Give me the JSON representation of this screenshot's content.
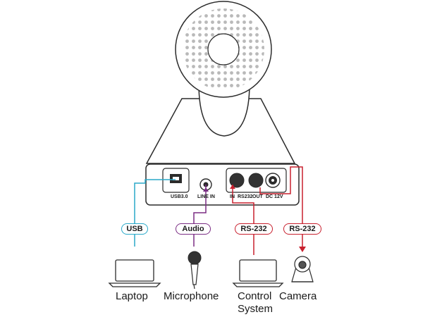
{
  "ports": {
    "usb": "USB3.0",
    "line_in": "LINE IN",
    "rs232_in": "IN",
    "rs232": "RS232",
    "rs232_out": "OUT",
    "dc": "DC 12V"
  },
  "connections": {
    "usb": "USB",
    "audio": "Audio",
    "rs232_in": "RS-232",
    "rs232_out": "RS-232"
  },
  "devices": {
    "laptop": "Laptop",
    "microphone": "Microphone",
    "control_line1": "Control",
    "control_line2": "System",
    "camera": "Camera"
  },
  "colors": {
    "usb": "#2aa9c9",
    "audio": "#7b2d84",
    "rs232": "#c8202e",
    "outline": "#2b2b2b"
  }
}
